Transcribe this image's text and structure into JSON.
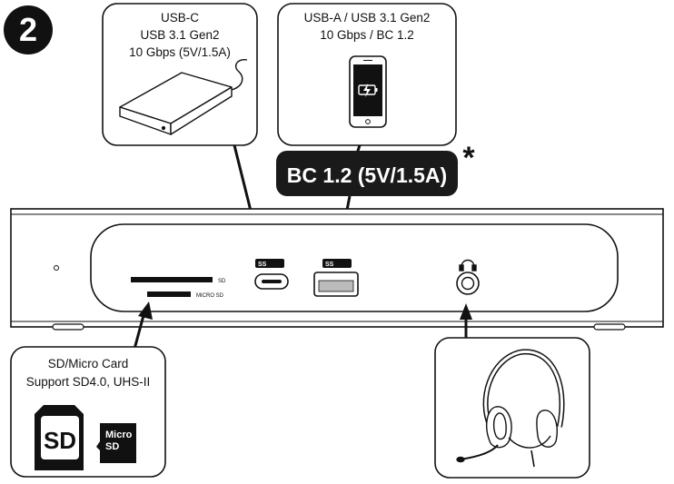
{
  "step_number": "2",
  "callouts": {
    "usb_c": {
      "line1": "USB-C",
      "line2": "USB 3.1 Gen2",
      "line3": "10 Gbps (5V/1.5A)"
    },
    "usb_a": {
      "line1": "USB-A / USB 3.1 Gen2",
      "line2": "10 Gbps / BC 1.2"
    },
    "sd_card": {
      "line1": "SD/Micro Card",
      "line2": "Support SD4.0, UHS-II"
    }
  },
  "badge": {
    "label": "BC 1.2 (5V/1.5A)",
    "asterisk": "*"
  },
  "ports": {
    "sd_slot_label": "SD",
    "micro_sd_slot_label": "MICRO SD",
    "usb_c_logo": "SS",
    "usb_a_logo": "SS"
  },
  "sd_card_logo": "SD",
  "micro_sd_logo": {
    "line1": "Micro",
    "line2": "SD"
  },
  "colors": {
    "outline": "#111111",
    "badge_fill": "#1a1a1a",
    "background": "#ffffff"
  }
}
